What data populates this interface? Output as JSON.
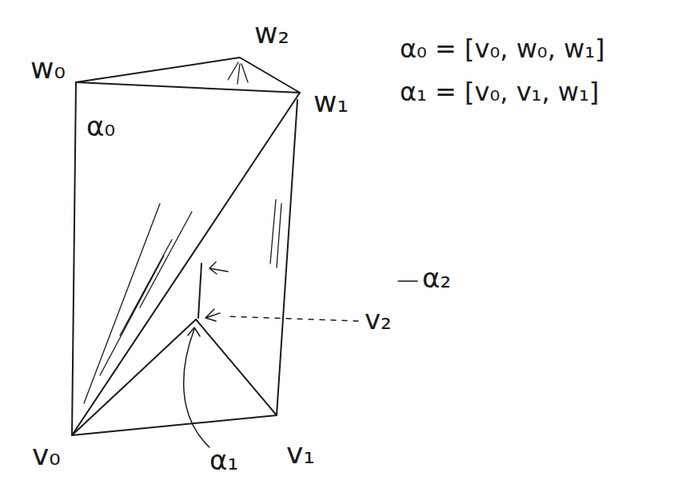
{
  "diagram": {
    "labels": [
      "w₂",
      "w₀",
      "w₁",
      "α₀ = [v₀, w₀, w₁]",
      "α₁ = [v₀, v₁, w₁]",
      "α₀",
      "α₂",
      "v₂",
      "v₀",
      "v₁",
      "α₁"
    ]
  }
}
